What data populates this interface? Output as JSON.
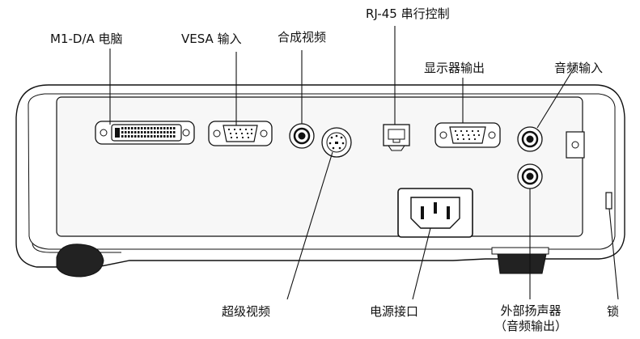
{
  "labels": {
    "m1_da": "M1-D/A 电脑",
    "vesa": "VESA 输入",
    "composite": "合成视频",
    "rj45": "RJ-45 串行控制",
    "monitor_out": "显示器输出",
    "audio_in": "音频输入",
    "svideo": "超级视频",
    "power": "电源接口",
    "ext_speaker_line1": "外部扬声器",
    "ext_speaker_line2": "（音频输出）",
    "lock": "锁"
  }
}
